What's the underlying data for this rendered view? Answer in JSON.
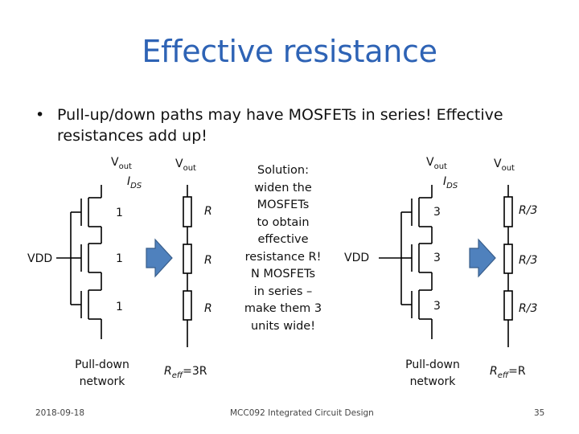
{
  "title": "Effective resistance",
  "bullet": {
    "marker": "•",
    "text": "Pull-up/down paths may have MOSFETs in series! Effective resistances add up!"
  },
  "left": {
    "vout1_main": "V",
    "vout1_sub": "out",
    "ids_main": "I",
    "ids_sub": "DS",
    "vout2_main": "V",
    "vout2_sub": "out",
    "widths": [
      "1",
      "1",
      "1"
    ],
    "resistors": [
      "R",
      "R",
      "R"
    ],
    "vdd": "VDD",
    "network_line1": "Pull-down",
    "network_line2": "network",
    "reff_main": "R",
    "reff_sub": "eff",
    "reff_value": "=3R"
  },
  "solution": {
    "lines": [
      "Solution:",
      "widen the",
      "MOSFETs",
      "to obtain",
      "effective",
      "resistance R!",
      "N MOSFETs",
      "in series –",
      "make them 3",
      "units wide!"
    ]
  },
  "right": {
    "vout1_main": "V",
    "vout1_sub": "out",
    "ids_main": "I",
    "ids_sub": "DS",
    "vout2_main": "V",
    "vout2_sub": "out",
    "widths": [
      "3",
      "3",
      "3"
    ],
    "resistors": [
      "R/3",
      "R/3",
      "R/3"
    ],
    "vdd": "VDD",
    "network_line1": "Pull-down",
    "network_line2": "network",
    "reff_main": "R",
    "reff_sub": "eff",
    "reff_value": "=R"
  },
  "footer": {
    "date": "2018-09-18",
    "course": "MCC092 Integrated Circuit Design",
    "page": "35"
  },
  "colors": {
    "title": "#2e63b5",
    "arrow_fill": "#4f81bd",
    "arrow_stroke": "#385d8a"
  }
}
